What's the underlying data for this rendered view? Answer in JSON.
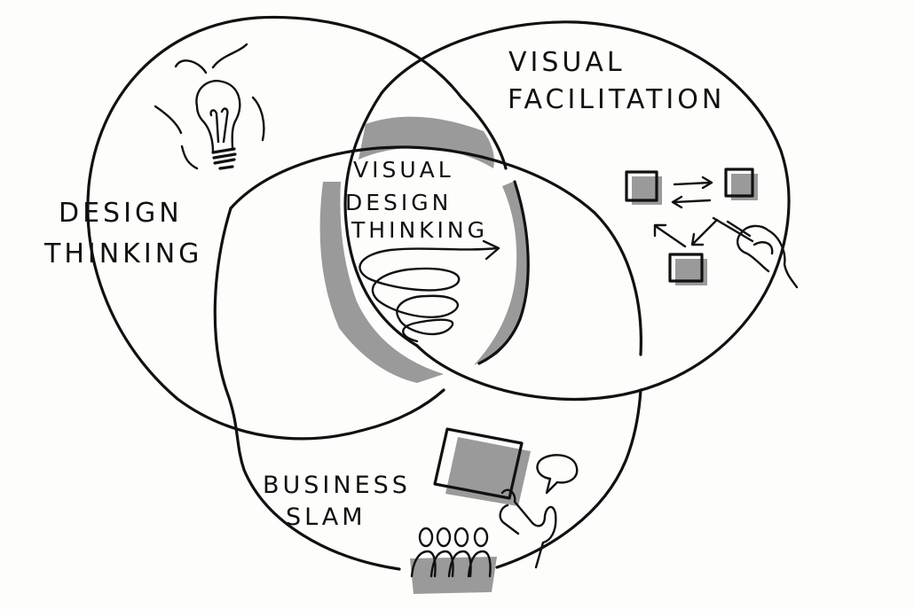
{
  "regions": {
    "design_thinking": {
      "line1": "DESIGN",
      "line2": "THINKING"
    },
    "visual_facilitation": {
      "line1": "VISUAL",
      "line2": "FACILITATION"
    },
    "business_slam": {
      "line1": "BUSINESS",
      "line2": "SLAM"
    },
    "center": {
      "line1": "VISUAL",
      "line2": "DESIGN",
      "line3": "THINKING"
    }
  },
  "icons": [
    "lightbulb-icon",
    "flow-diagram-icon",
    "drawing-hand-icon",
    "presentation-board-icon",
    "speech-bubble-icon",
    "audience-icon"
  ],
  "colors": {
    "ink": "#111111",
    "shade": "#9a9a9a",
    "paper": "#fdfdfc"
  }
}
